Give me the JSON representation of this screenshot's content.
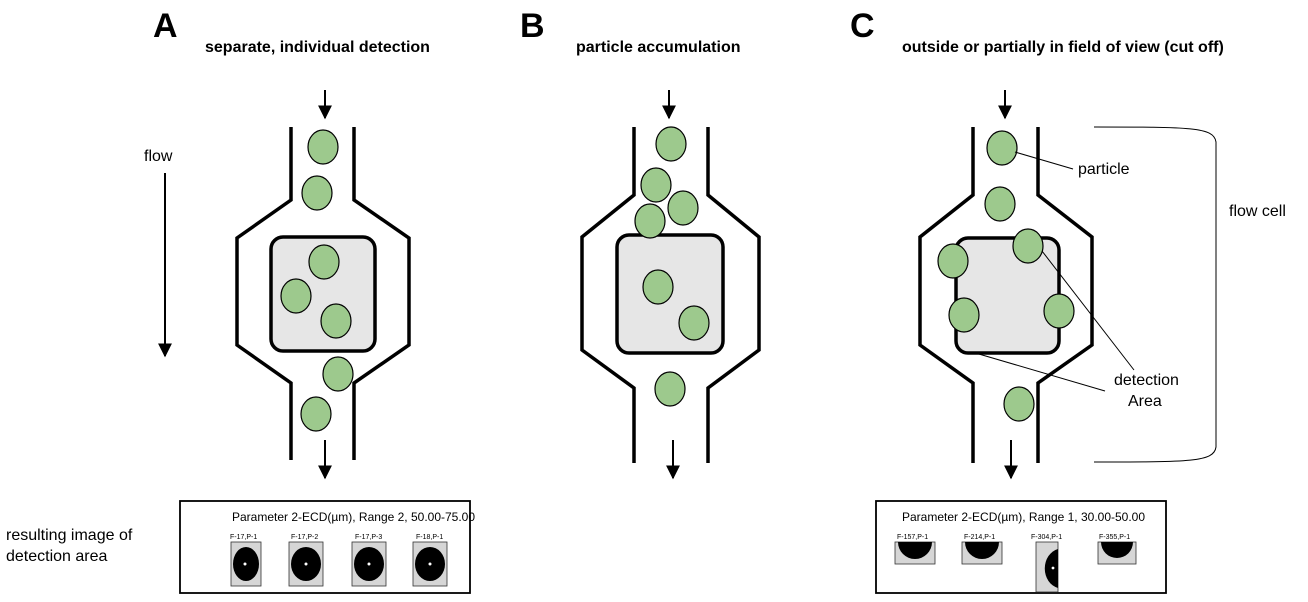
{
  "panels": [
    {
      "letter": "A",
      "title": "separate, individual detection"
    },
    {
      "letter": "B",
      "title": "particle accumulation"
    },
    {
      "letter": "C",
      "title": "outside or partially in field of view (cut off)"
    }
  ],
  "labels": {
    "flow": "flow",
    "particle": "particle",
    "flow_cell": "flow cell",
    "detection_line1": "detection",
    "detection_line2": "Area",
    "resulting_line1": "resulting image of",
    "resulting_line2": "detection area"
  },
  "result_box_a": {
    "title": "Parameter 2-ECD(µm), Range 2, 50.00-75.00",
    "thumbs": [
      "F-17,P-1",
      "F-17,P-2",
      "F-17,P-3",
      "F-18,P-1"
    ]
  },
  "result_box_c": {
    "title": "Parameter 2-ECD(µm), Range 1, 30.00-50.00",
    "thumbs": [
      "F-157,P-1",
      "F-214,P-1",
      "F-304,P-1",
      "F-355,P-1"
    ]
  },
  "colors": {
    "particle_fill": "#9dc98d",
    "detection_area_fill": "#e6e6e6"
  }
}
